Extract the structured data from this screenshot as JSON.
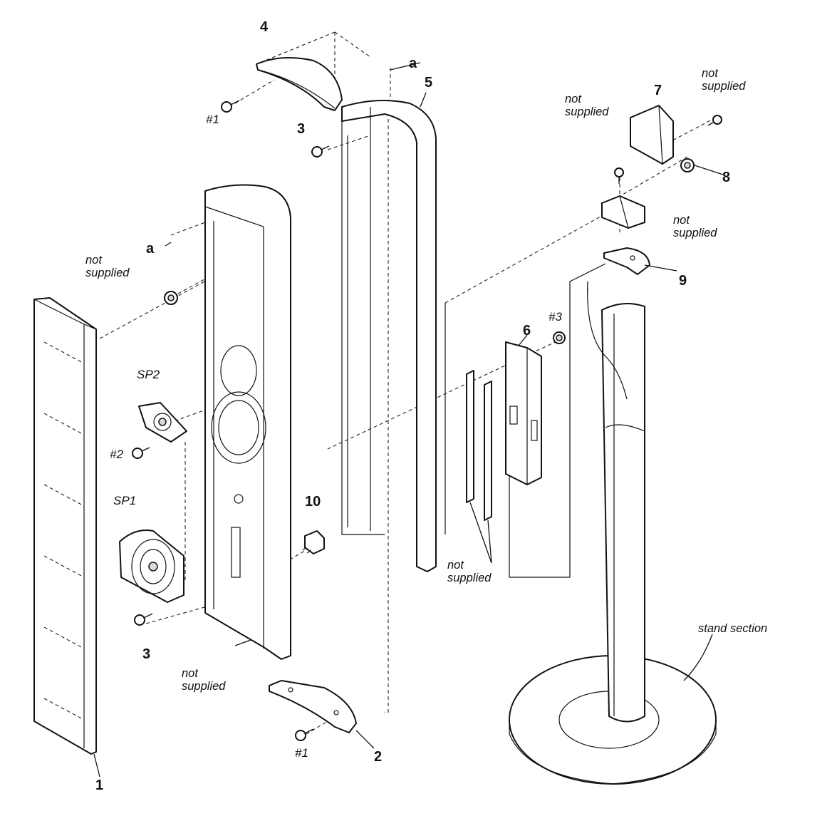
{
  "diagram": {
    "part_numbers": {
      "p1": "1",
      "p2": "2",
      "p3_top": "3",
      "p3_bottom": "3",
      "p4": "4",
      "p5": "5",
      "p6": "6",
      "p7": "7",
      "p8": "8",
      "p9": "9",
      "p10": "10"
    },
    "screw_refs": {
      "s1_top": "#1",
      "s1_bottom": "#1",
      "s2": "#2",
      "s3": "#3"
    },
    "speakers": {
      "sp1": "SP1",
      "sp2": "SP2"
    },
    "alignment_marks": {
      "a_top": "a",
      "a_left": "a"
    },
    "notes": {
      "not_word": "not",
      "supplied_word": "supplied"
    },
    "stand_label": "stand section"
  }
}
